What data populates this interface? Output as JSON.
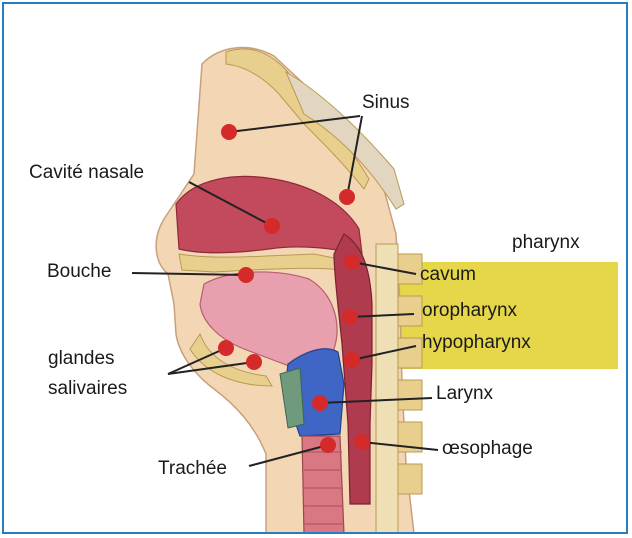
{
  "labels": {
    "sinus": "Sinus",
    "cavite_nasale": "Cavité nasale",
    "bouche": "Bouche",
    "glandes_salivaires_1": "glandes",
    "glandes_salivaires_2": "salivaires",
    "trachee": "Trachée",
    "pharynx": "pharynx",
    "cavum": "cavum",
    "oropharynx": "oropharynx",
    "hypopharynx": "hypopharynx",
    "larynx": "Larynx",
    "oesophage": "œsophage"
  },
  "colors": {
    "frame_border": "#2a7bc0",
    "pharynx_highlight": "#e6d64a",
    "marker": "#d42a2a",
    "leader_line": "#222222",
    "skin": "#f3d6b4",
    "bone": "#e8cf8e",
    "cavity": "#c24a5c",
    "tongue": "#e8a0ae",
    "larynx": "#3f66c4",
    "trachea": "#d97882"
  }
}
